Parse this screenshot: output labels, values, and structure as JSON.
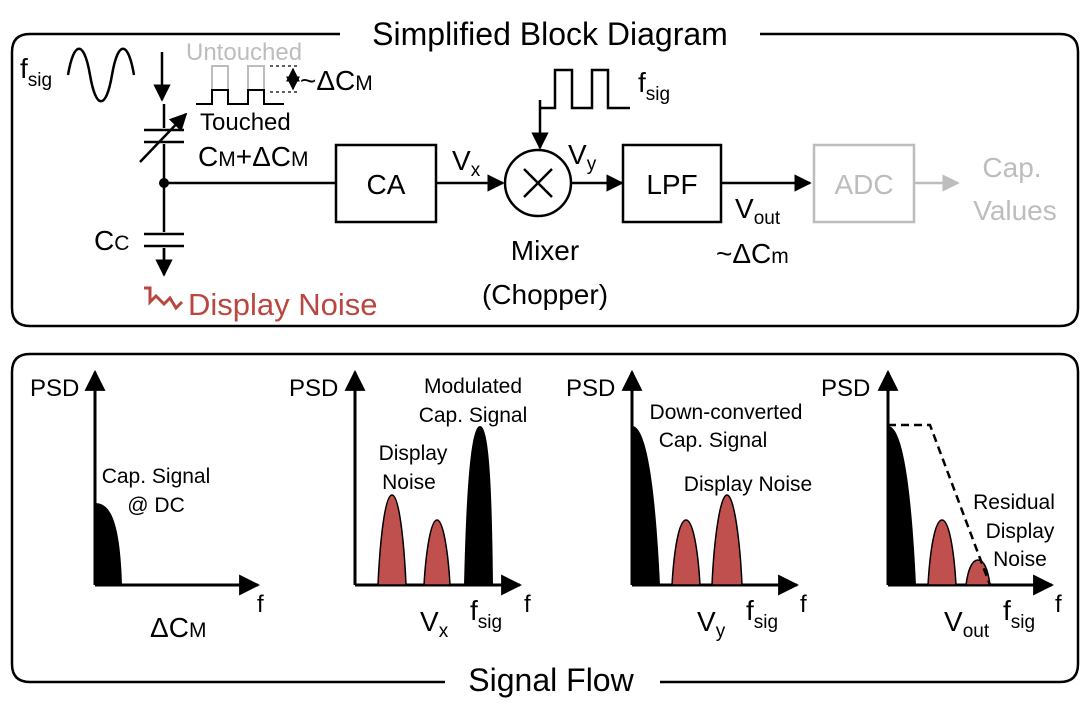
{
  "colors": {
    "line": "#000000",
    "disabled": "#bdbdbd",
    "noise": "#b9473f",
    "noise_fill": "#c0504d"
  },
  "block_diagram": {
    "title": "Simplified Block Diagram",
    "fsig_main": "f",
    "fsig_sub": "sig",
    "untouched": "Untouched",
    "delta_cm_prefix": "~ΔC",
    "delta_cm_sub": "M",
    "touched": "Touched",
    "cap_label_c": "C",
    "cap_label_m": "M",
    "cap_label_rest": "+ΔC",
    "cap_label_m2": "M",
    "cc_main": "C",
    "cc_sub": "C",
    "display_noise": "Display Noise",
    "ca_block": "CA",
    "vx_main": "V",
    "vx_sub": "x",
    "vy_main": "V",
    "vy_sub": "y",
    "mixer_line1": "Mixer",
    "mixer_line2": "(Chopper)",
    "lo_main": "f",
    "lo_sub": "sig",
    "lpf_block": "LPF",
    "vout_main": "V",
    "vout_sub": "out",
    "vout_dc_prefix": "~ΔC",
    "vout_dc_sub": "m",
    "adc_block": "ADC",
    "cap_values_line1": "Cap.",
    "cap_values_line2": "Values"
  },
  "signal_flow": {
    "title": "Signal Flow",
    "psd": "PSD",
    "f_axis": "f",
    "panel1": {
      "annot_line1": "Cap. Signal",
      "annot_line2": "@ DC",
      "xlabel_main": "ΔC",
      "xlabel_sub": "M"
    },
    "panel2": {
      "annot_mod_line1": "Modulated",
      "annot_mod_line2": "Cap. Signal",
      "annot_noise_line1": "Display",
      "annot_noise_line2": "Noise",
      "vx_main": "V",
      "vx_sub": "x",
      "fsig_main": "f",
      "fsig_sub": "sig"
    },
    "panel3": {
      "annot_down_line1": "Down-converted",
      "annot_down_line2": "Cap. Signal",
      "annot_noise": "Display Noise",
      "vy_main": "V",
      "vy_sub": "y",
      "fsig_main": "f",
      "fsig_sub": "sig"
    },
    "panel4": {
      "annot_res_line1": "Residual",
      "annot_res_line2": "Display",
      "annot_res_line3": "Noise",
      "vout_main": "V",
      "vout_sub": "out",
      "fsig_main": "f",
      "fsig_sub": "sig"
    }
  }
}
